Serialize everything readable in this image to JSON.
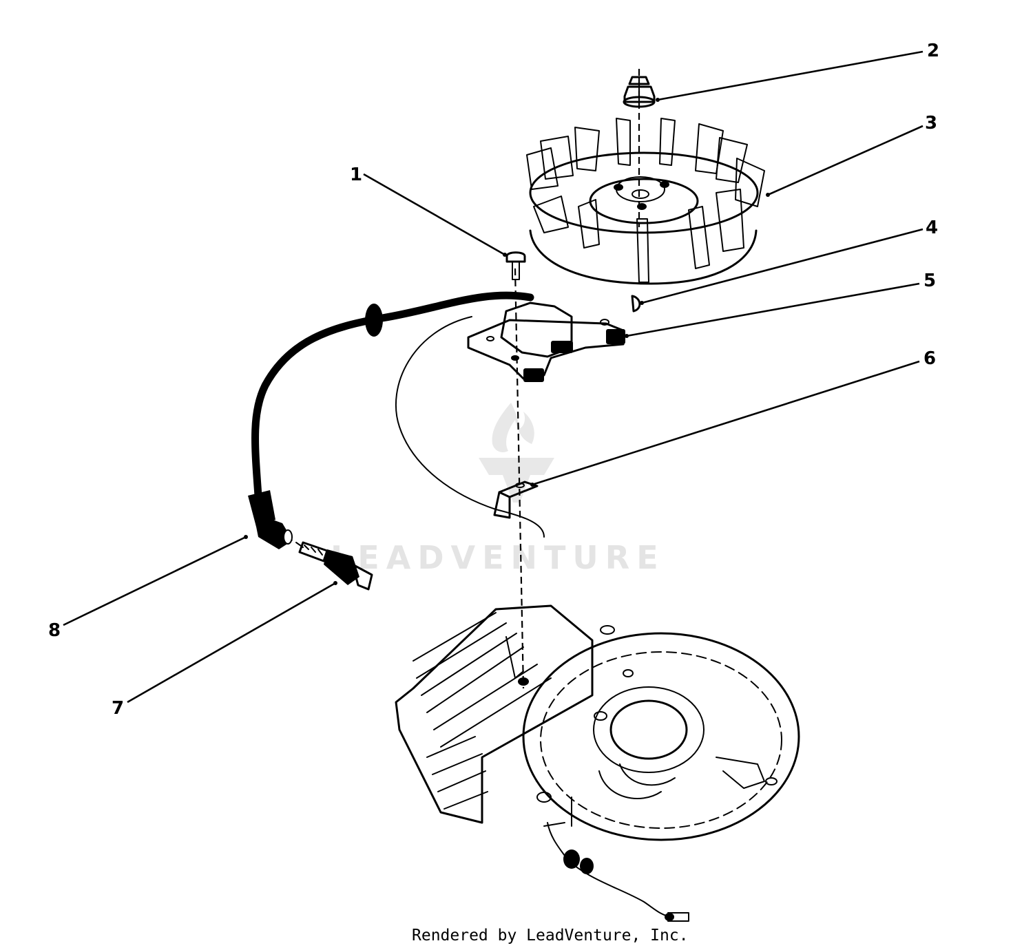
{
  "callouts": [
    {
      "label": "1"
    },
    {
      "label": "2"
    },
    {
      "label": "3"
    },
    {
      "label": "4"
    },
    {
      "label": "5"
    },
    {
      "label": "6"
    },
    {
      "label": "7"
    },
    {
      "label": "8"
    }
  ],
  "watermark": {
    "text": "LEADVENTURE"
  },
  "footer": {
    "text": "Rendered by LeadVenture, Inc."
  },
  "colors": {
    "ink": "#000000",
    "watermark": "#e4e4e4",
    "background": "#ffffff"
  }
}
